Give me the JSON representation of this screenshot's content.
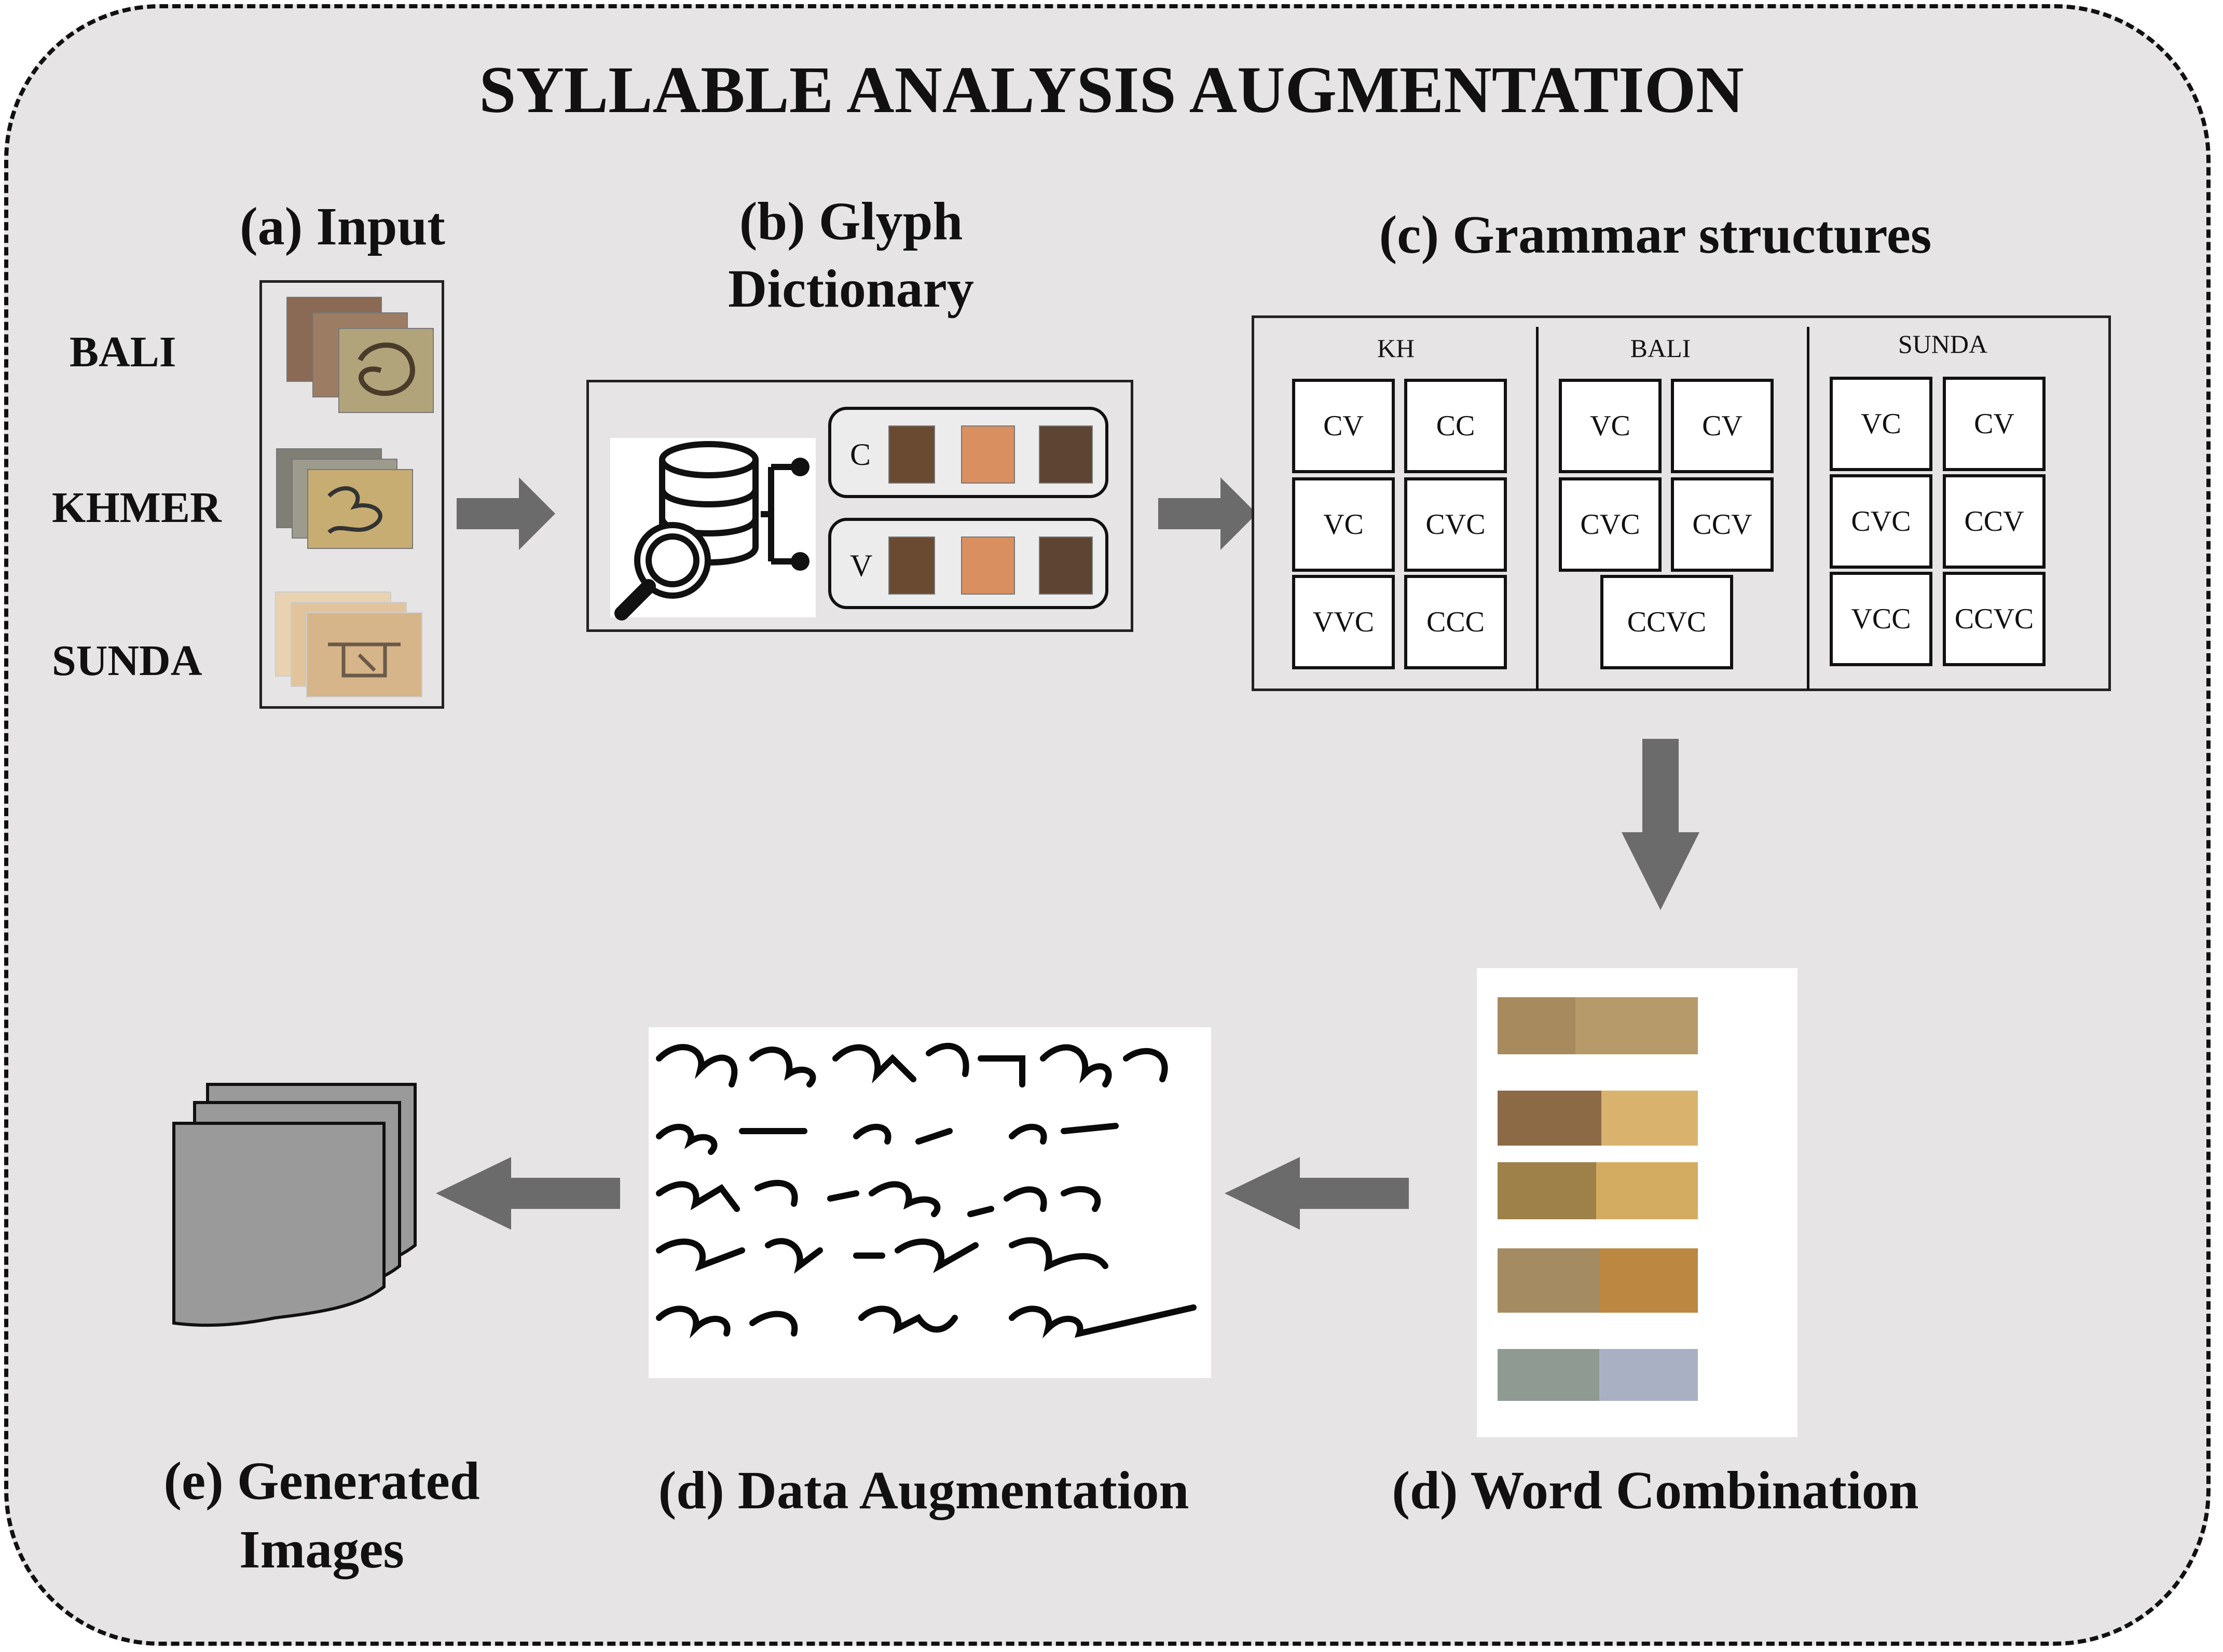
{
  "title": "SYLLABLE ANALYSIS AUGMENTATION",
  "sections": {
    "input": "(a) Input",
    "glyph_line1": "(b) Glyph",
    "glyph_line2": "Dictionary",
    "grammar": "(c) Grammar structures",
    "word_combination": "(d) Word Combination",
    "data_augmentation": "(d) Data Augmentation",
    "generated_line1": "(e) Generated",
    "generated_line2": "Images"
  },
  "input_labels": [
    "BALI",
    "KHMER",
    "SUNDA"
  ],
  "glyph_dictionary": {
    "rows": [
      {
        "label": "C"
      },
      {
        "label": "V"
      }
    ],
    "icon": "database-search-icon"
  },
  "grammar": {
    "groups": [
      {
        "name": "KH",
        "cells": [
          "CV",
          "CC",
          "VC",
          "CVC",
          "VVC",
          "CCC"
        ]
      },
      {
        "name": "BALI",
        "cells": [
          "VC",
          "CV",
          "CVC",
          "CCV",
          "CCVC"
        ]
      },
      {
        "name": "SUNDA",
        "cells": [
          "VC",
          "CV",
          "CVC",
          "CCV",
          "VCC",
          "CCVC"
        ]
      }
    ]
  },
  "colors": {
    "background": "#e6e4e5",
    "arrow": "#6b6b6b",
    "stack": "#9a9a9a"
  },
  "icons": {
    "arrow": "block-arrow-icon",
    "stack": "stacked-pages-icon"
  }
}
